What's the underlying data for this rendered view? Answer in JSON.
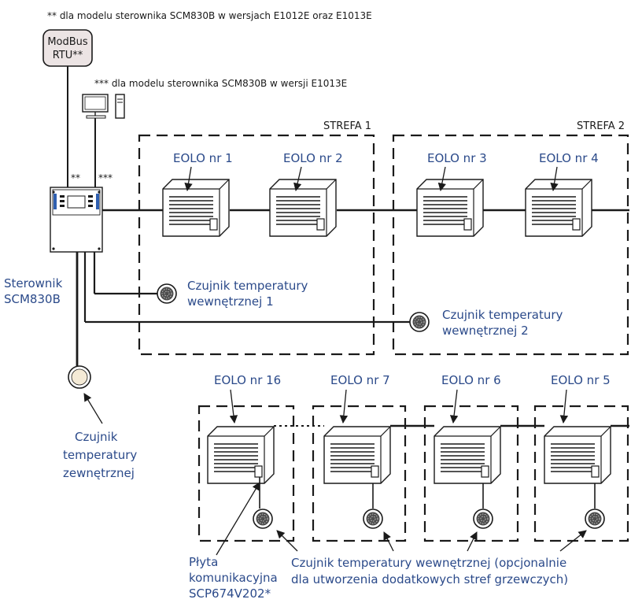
{
  "notes": {
    "double_star": "** dla modelu sterownika SCM830B w wersjach E1012E oraz E1013E",
    "triple_star": "*** dla modelu sterownika SCM830B w wersji E1013E",
    "mark_double": "**",
    "mark_triple": "***"
  },
  "modbus": {
    "line1": "ModBus",
    "line2": "RTU**"
  },
  "controller": {
    "line1": "Sterownik",
    "line2": "SCM830B"
  },
  "zones": {
    "zone1": "STREFA 1",
    "zone2": "STREFA 2"
  },
  "heaters": {
    "h1": "EOLO nr 1",
    "h2": "EOLO nr 2",
    "h3": "EOLO nr 3",
    "h4": "EOLO nr 4",
    "h16": "EOLO nr 16",
    "h7": "EOLO nr 7",
    "h6": "EOLO nr 6",
    "h5": "EOLO nr 5"
  },
  "sensors": {
    "internal1": {
      "line1": "Czujnik temperatury",
      "line2": "wewnętrznej 1"
    },
    "internal2": {
      "line1": "Czujnik temperatury",
      "line2": "wewnętrznej 2"
    },
    "external": {
      "line1": "Czujnik",
      "line2": "temperatury",
      "line3": "zewnętrznej"
    },
    "optional": {
      "line1": "Czujnik temperatury wewnętrznej (opcjonalnie",
      "line2": "dla utworzenia dodatkowych stref grzewczych)"
    }
  },
  "comm_board": {
    "line1": "Płyta",
    "line2": "komunikacyjna",
    "line3": "SCP674V202*"
  },
  "colors": {
    "label_blue": "#2b4a8a",
    "line": "#1a1a1a",
    "modbus_fill": "#ece4e4",
    "heater_body": "#ffffff",
    "controller_accent": "#2f5fb0",
    "external_sensor": "#f4ead6"
  }
}
